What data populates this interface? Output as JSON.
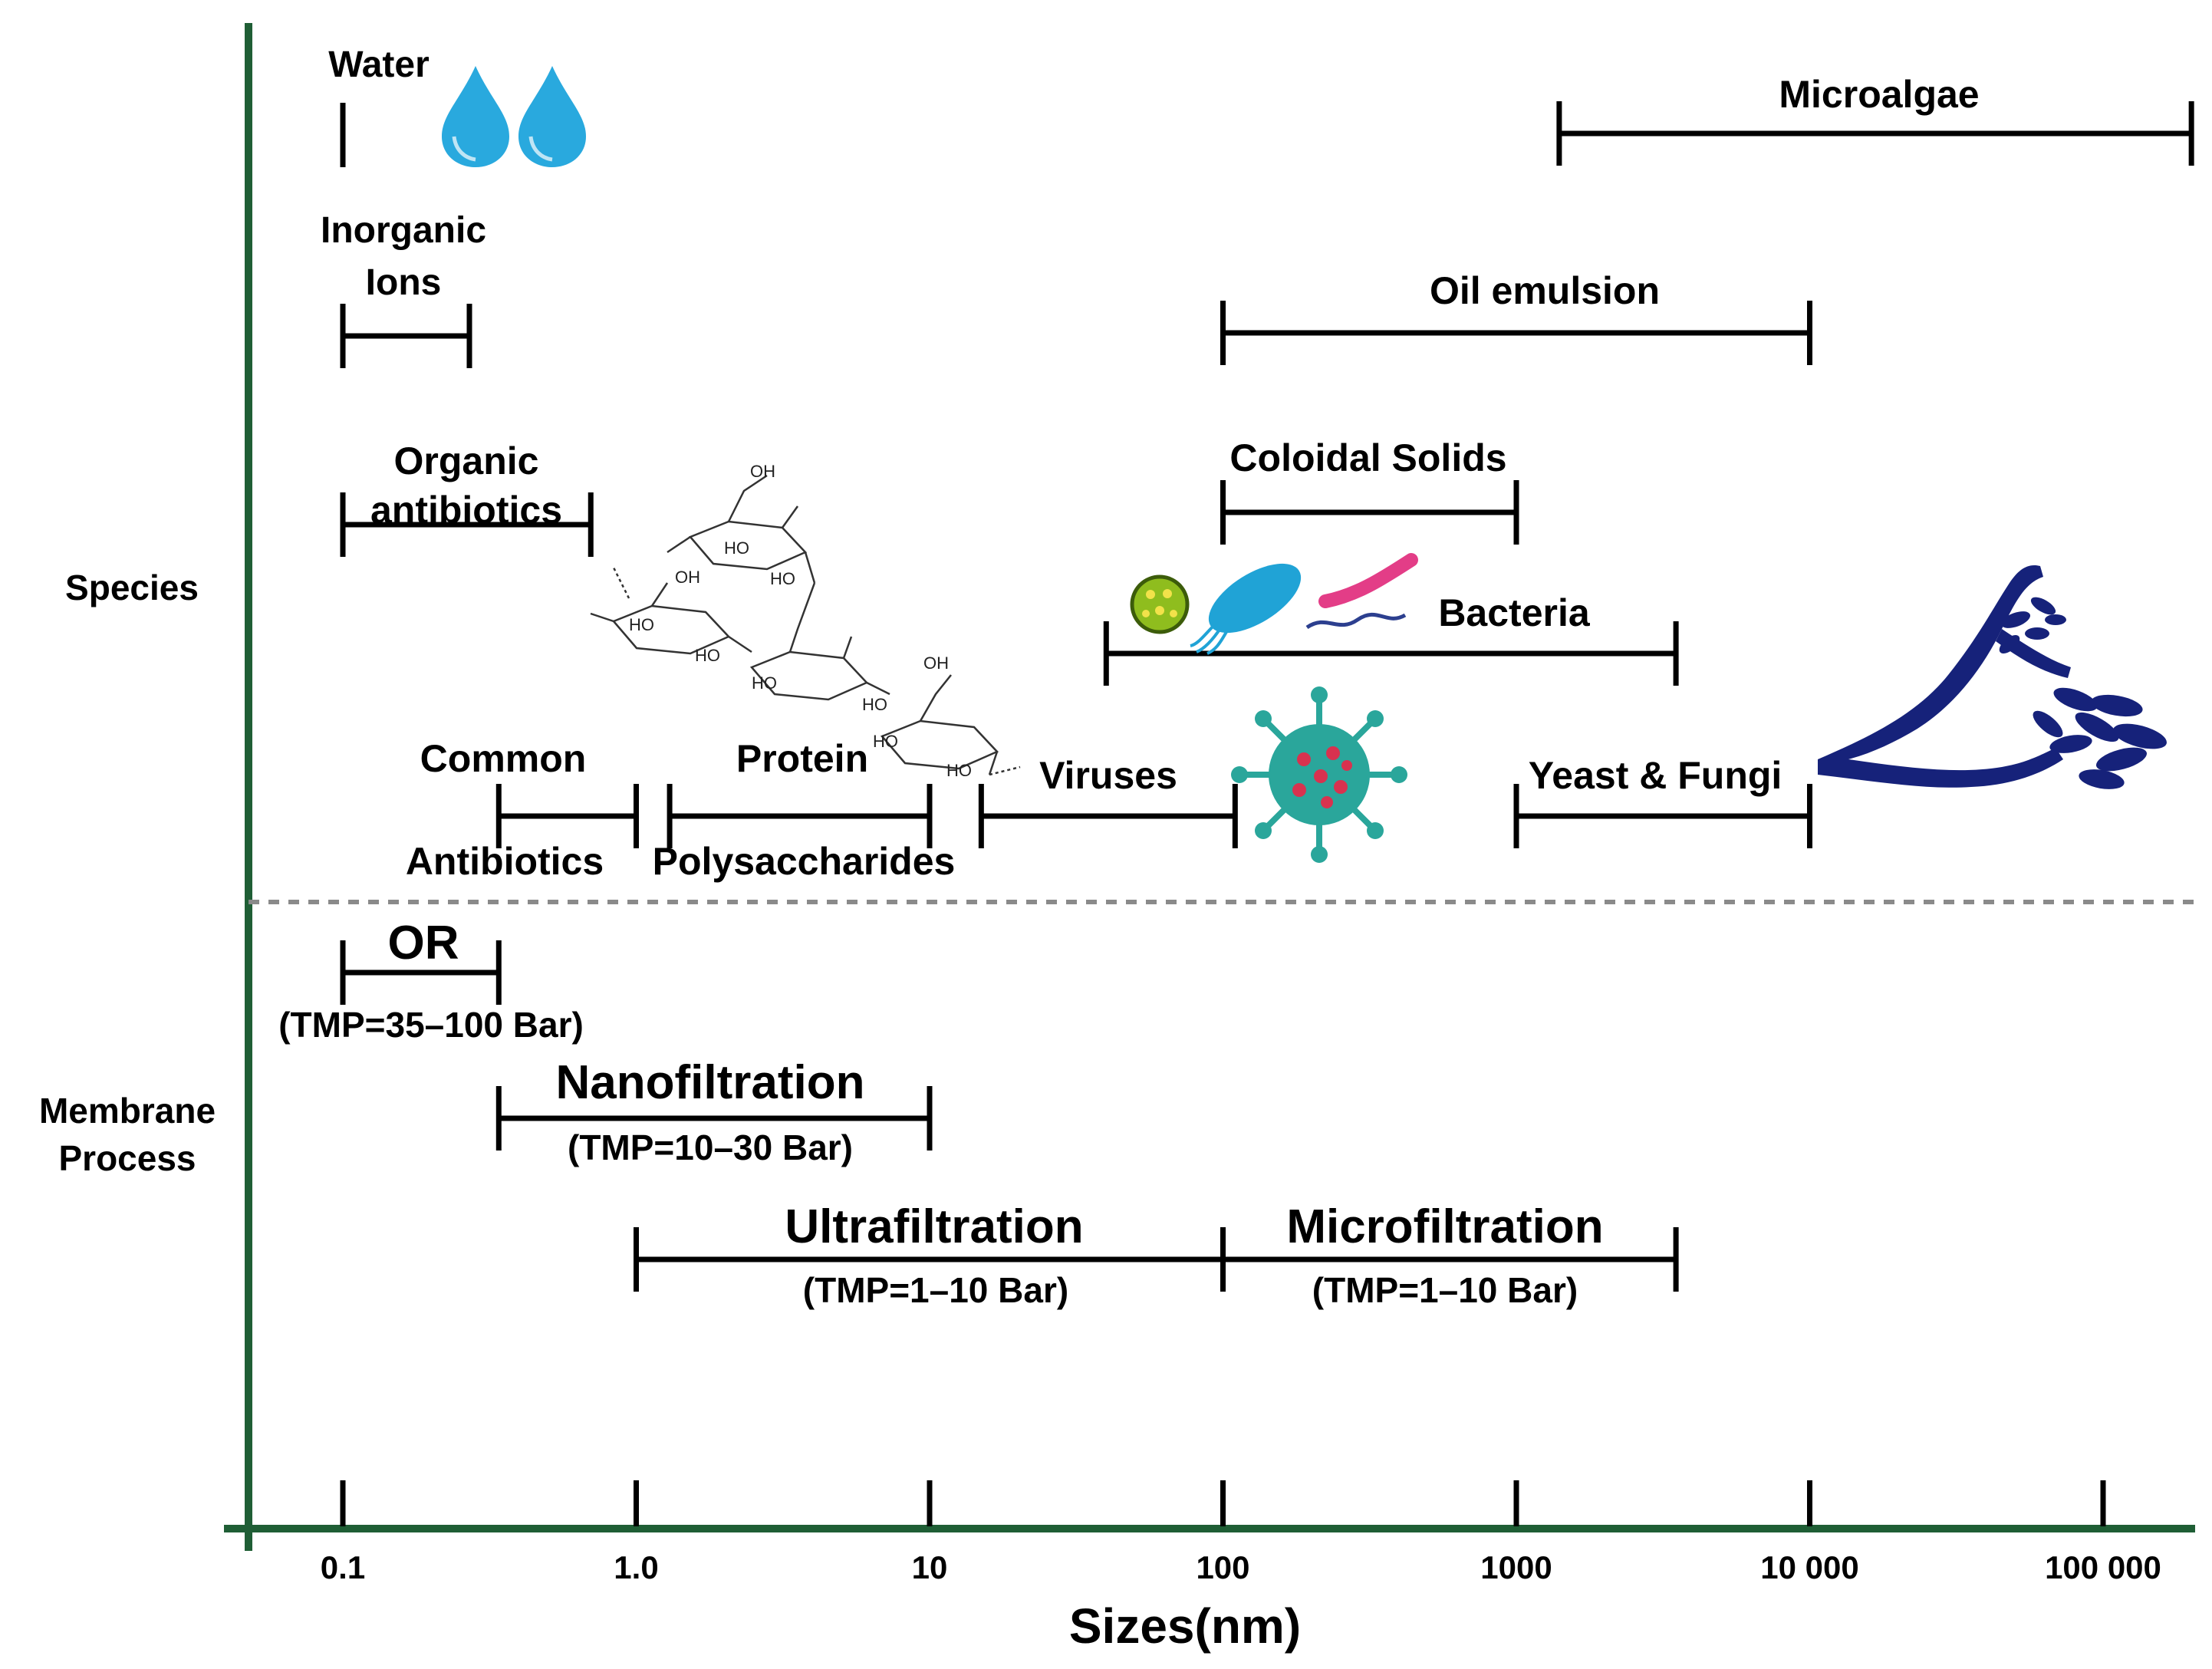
{
  "axis": {
    "title": "Sizes(nm)",
    "ticks": [
      {
        "label": "0.1",
        "value": 0.1
      },
      {
        "label": "1.0",
        "value": 1
      },
      {
        "label": "10",
        "value": 10
      },
      {
        "label": "100",
        "value": 100
      },
      {
        "label": "1000",
        "value": 1000
      },
      {
        "label": "10 000",
        "value": 10000
      },
      {
        "label": "100  000",
        "value": 100000
      }
    ],
    "scale": "log10"
  },
  "sections": {
    "species": "Species",
    "membrane_line1": "Membrane",
    "membrane_line2": "Process"
  },
  "species": [
    {
      "key": "water",
      "lines": [
        "Water"
      ],
      "range": [
        0.1,
        0.1
      ]
    },
    {
      "key": "inorganic-ions",
      "lines": [
        "Inorganic",
        "Ions"
      ],
      "range": [
        0.1,
        0.27
      ]
    },
    {
      "key": "organic-antibiotics",
      "lines": [
        "Organic",
        "antibiotics"
      ],
      "range": [
        0.1,
        0.7
      ]
    },
    {
      "key": "common-antibiotics",
      "lines": [
        "Common",
        "Antibiotics"
      ],
      "range": [
        0.34,
        1
      ]
    },
    {
      "key": "protein-polysaccharides",
      "lines": [
        "Protein",
        "Polysaccharides"
      ],
      "range": [
        1.3,
        10
      ]
    },
    {
      "key": "viruses",
      "lines": [
        "Viruses"
      ],
      "range": [
        15,
        110
      ]
    },
    {
      "key": "coloidal-solids",
      "lines": [
        "Coloidal Solids"
      ],
      "range": [
        100,
        1000
      ]
    },
    {
      "key": "bacteria",
      "lines": [
        "Bacteria"
      ],
      "range": [
        40,
        3500
      ]
    },
    {
      "key": "yeast-fungi",
      "lines": [
        "Yeast & Fungi"
      ],
      "range": [
        1000,
        10000
      ]
    },
    {
      "key": "oil-emulsion",
      "lines": [
        "Oil emulsion"
      ],
      "range": [
        100,
        10000
      ]
    },
    {
      "key": "microalgae",
      "lines": [
        "Microalgae"
      ],
      "range": [
        1400,
        200000
      ]
    }
  ],
  "membranes": [
    {
      "key": "or",
      "name": "OR",
      "tmp": "(TMP=35–100 Bar)",
      "range": [
        0.1,
        0.34
      ]
    },
    {
      "key": "nanofiltration",
      "name": "Nanofiltration",
      "tmp": "(TMP=10–30 Bar)",
      "range": [
        0.34,
        10
      ]
    },
    {
      "key": "ultrafiltration",
      "name": "Ultrafiltration",
      "tmp": "(TMP=1–10 Bar)",
      "range": [
        1,
        100
      ]
    },
    {
      "key": "microfiltration",
      "name": "Microfiltration",
      "tmp": "(TMP=1–10 Bar)",
      "range": [
        100,
        3500
      ]
    }
  ],
  "molecule_labels": {
    "oh_top": "OH",
    "ho1": "HO",
    "ho2": "HO",
    "ho3": "HO",
    "oh2": "OH",
    "ho4": "HO",
    "ho5": "HO",
    "ho6": "HO",
    "oh3": "OH",
    "ho7": "HO",
    "ho8": "HO"
  },
  "icons": {
    "water": "water-drop-icon",
    "molecule": "polysaccharide-molecule-icon",
    "bacteria": "bacteria-icon",
    "virus": "virus-icon",
    "fungus": "fungus-icon"
  },
  "colors": {
    "axis_green": "#1f5e35",
    "water_blue": "#29a9de",
    "virus_teal": "#2aa69b",
    "virus_red": "#d8324f",
    "coccus_green": "#8fbd1e",
    "bacillus_blue": "#20a3d6",
    "spirillum_pink": "#e33d87",
    "fungus_navy": "#16227a",
    "separator_gray": "#8a8a8a"
  }
}
